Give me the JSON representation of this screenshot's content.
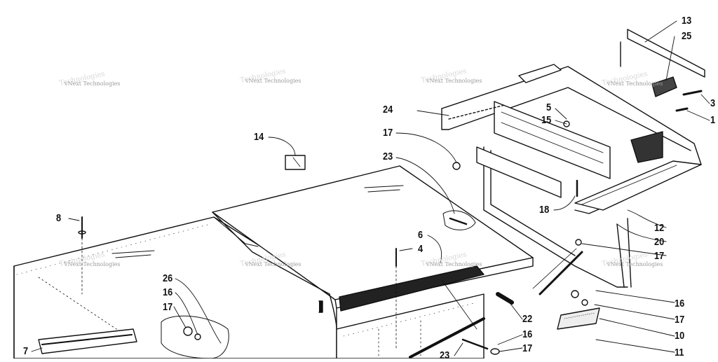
{
  "diagram": {
    "watermark_text": "vNext Technologies",
    "watermark_big_text": "Technologies",
    "callouts": [
      "13",
      "25",
      "3",
      "1",
      "5",
      "15",
      "24",
      "17",
      "23",
      "14",
      "18",
      "12",
      "20",
      "17",
      "8",
      "6",
      "4",
      "26",
      "16",
      "17",
      "16",
      "17",
      "10",
      "11",
      "22",
      "16",
      "17",
      "7",
      "23"
    ]
  }
}
